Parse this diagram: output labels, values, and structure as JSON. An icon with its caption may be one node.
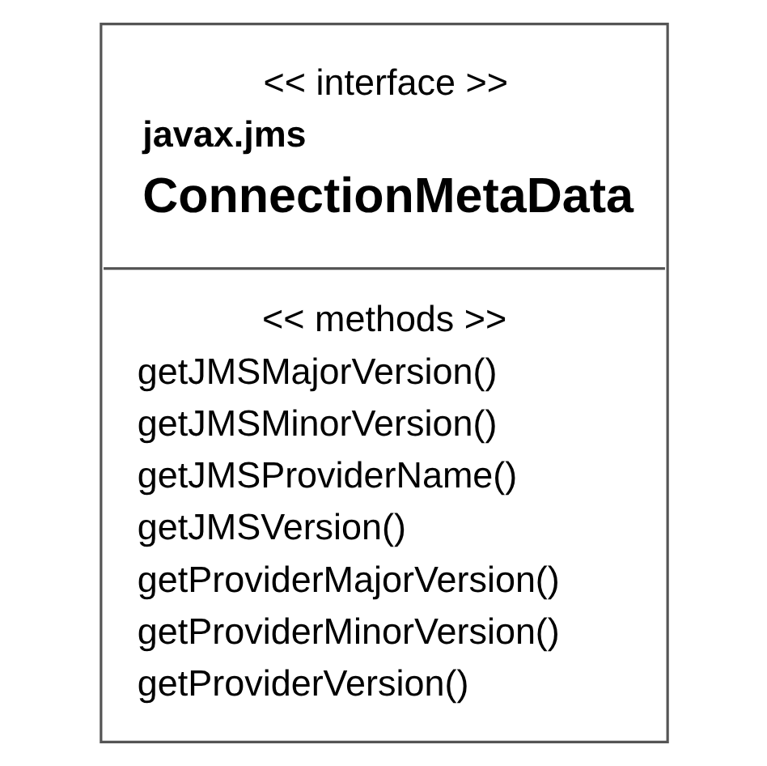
{
  "diagram": {
    "nodes": [
      {
        "text": [
          "<< interface >>",
          "javax.jms",
          "ConnectionMetaData",
          "<< methods >>",
          "getJMSMajorVersion()",
          "getJMSMinorVersion()",
          "getJMSProviderName()",
          "getJMSVersion()",
          "getProviderMajorVersion()",
          "getProviderMinorVersion()",
          "getProviderVersion()"
        ]
      }
    ]
  }
}
